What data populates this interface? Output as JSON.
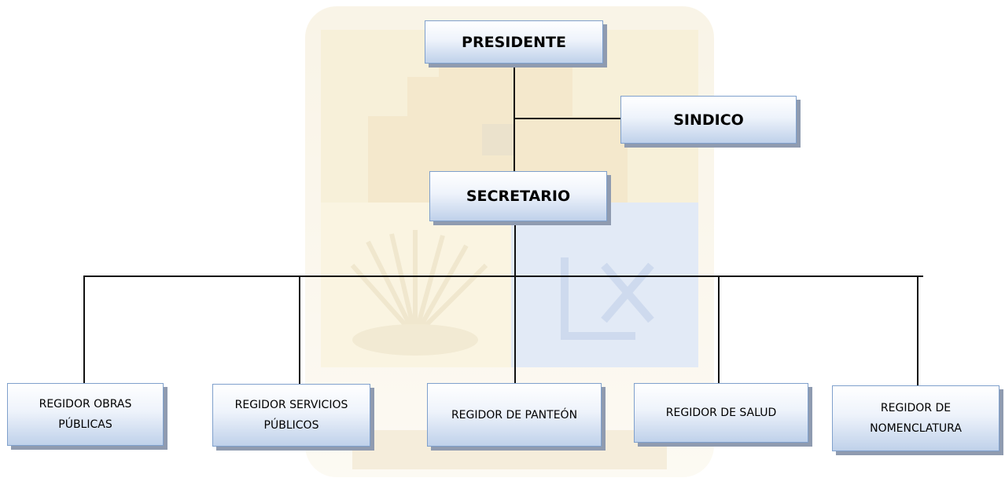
{
  "chart": {
    "top": "PRESIDENTE",
    "side": "SINDICO",
    "middle": "SECRETARIO",
    "regidores": [
      "REGIDOR OBRAS PÚBLICAS",
      "REGIDOR SERVICIOS PÚBLICOS",
      "REGIDOR DE PANTEÓN",
      "REGIDOR DE SALUD",
      "REGIDOR DE NOMENCLATURA"
    ]
  },
  "colors": {
    "box_border": "#7fa0cc",
    "box_shadow": "#8f9bb0",
    "box_gradient_bottom": "#bfd1ea",
    "connector": "#111111",
    "crest_gold": "#f3e3b6",
    "crest_blue": "#c9d8f0"
  }
}
